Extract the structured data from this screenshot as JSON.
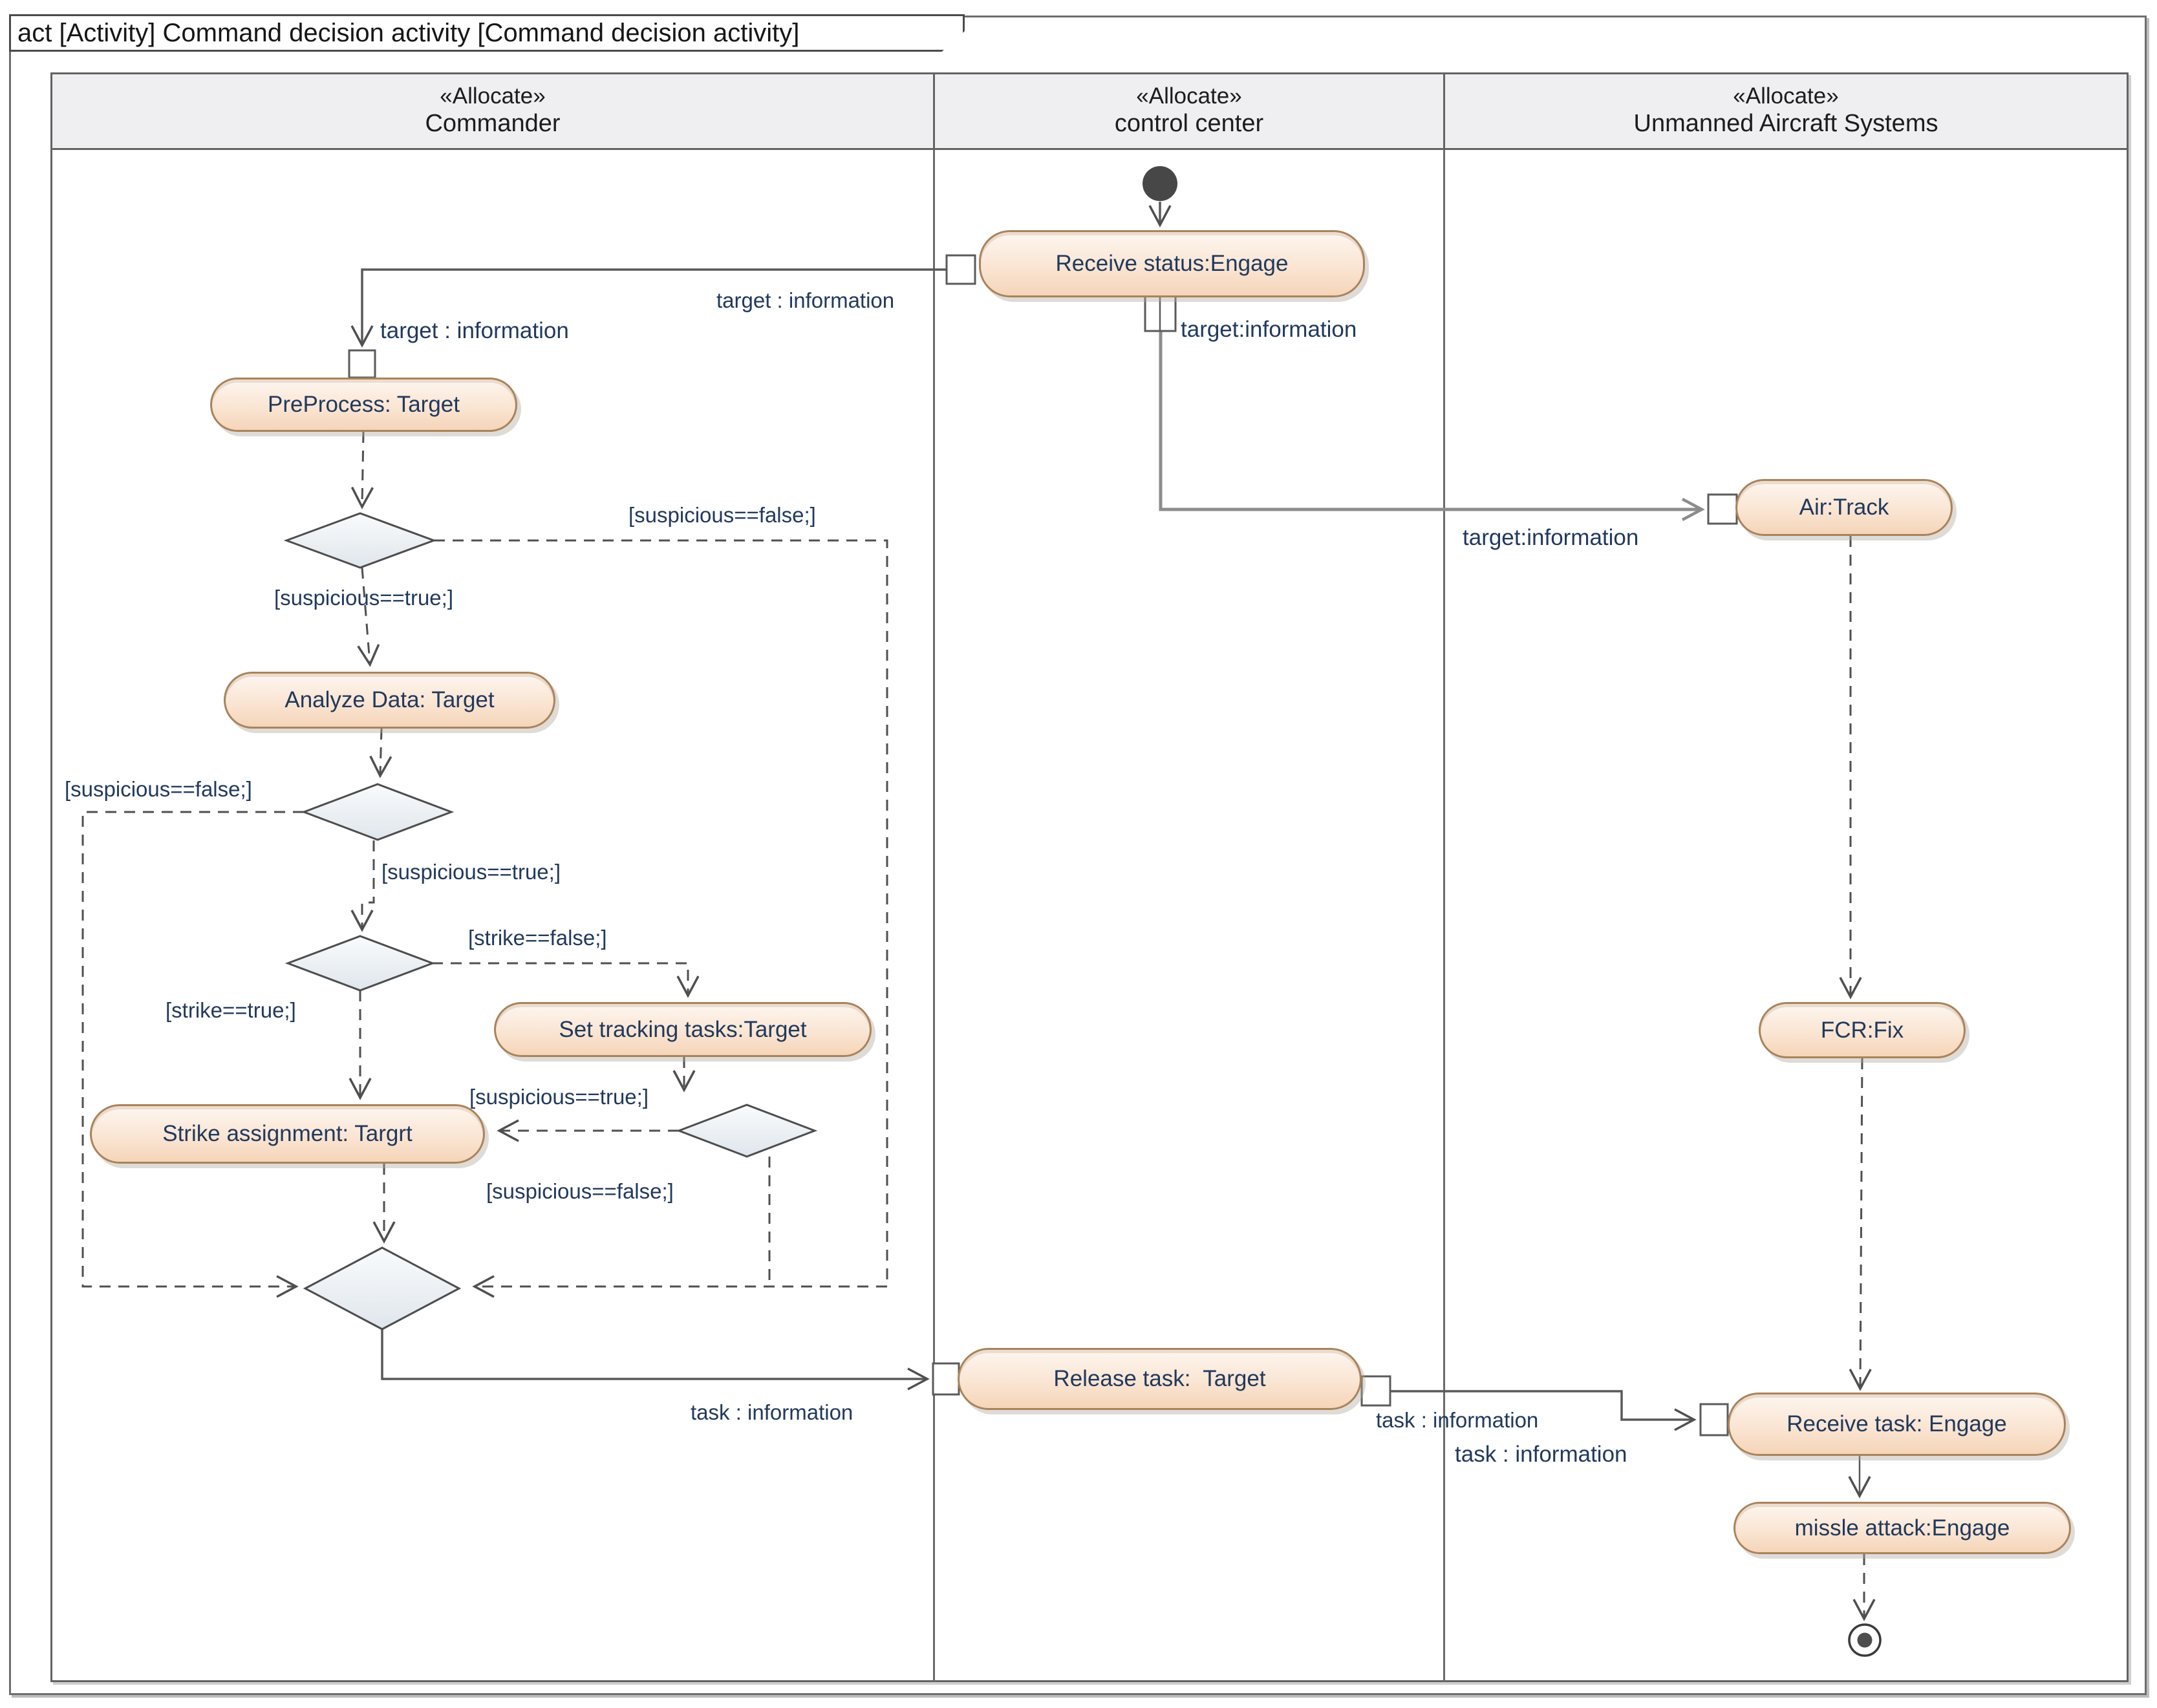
{
  "frame_title": "act [Activity] Command decision activity [Command decision activity]",
  "lanes": [
    {
      "stereotype": "«Allocate»",
      "name": "Commander"
    },
    {
      "stereotype": "«Allocate»",
      "name": "control center"
    },
    {
      "stereotype": "«Allocate»",
      "name": "Unmanned Aircraft Systems"
    }
  ],
  "nodes": {
    "receive_status": {
      "label": "Receive status:Engage"
    },
    "preprocess": {
      "label": "PreProcess: Target"
    },
    "analyze": {
      "label": "Analyze Data: Target"
    },
    "set_tracking": {
      "label": "Set tracking tasks:Target"
    },
    "strike_assignment": {
      "label": "Strike assignment: Targrt"
    },
    "release_task": {
      "label": "Release task:  Target"
    },
    "air_track": {
      "label": "Air:Track"
    },
    "fcr_fix": {
      "label": "FCR:Fix"
    },
    "receive_task": {
      "label": "Receive task: Engage"
    },
    "missle_attack": {
      "label": "missle attack:Engage"
    }
  },
  "labels": {
    "target_info_spaced": "target : information",
    "target_info": "target:information",
    "task_info": "task : information",
    "susp_true": "[suspicious==true;]",
    "susp_false": "[suspicious==false;]",
    "strike_true": "[strike==true;]",
    "strike_false": "[strike==false;]"
  },
  "colors": {
    "node-fill-top": "#fdf6f0",
    "node-fill-bottom": "#f5d5b9",
    "node-border": "#a9835b",
    "node-text": "#21395c",
    "label-text": "#21395c",
    "line": "#595959",
    "line-gray": "#8c8c8c",
    "lane-header-fill": "#efeff1",
    "decision-border": "#4d4d4d"
  }
}
